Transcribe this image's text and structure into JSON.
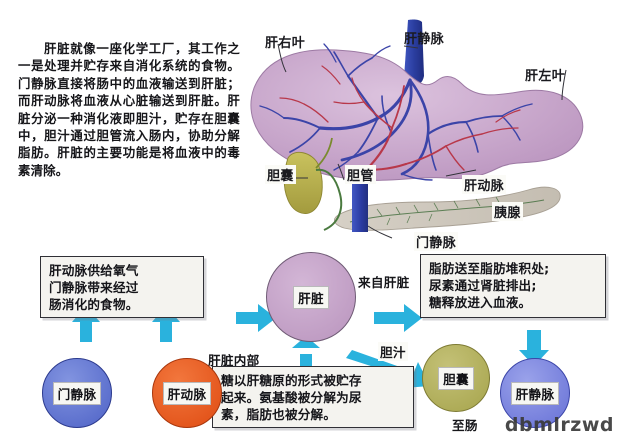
{
  "intro": {
    "text": "肝脏就像一座化学工厂，其工作之一是处理并贮存来自消化系统的食物。门静脉直接将肠中的血液输送到肝脏；而肝动脉将血液从心脏输送到肝脏。肝脏分泌一种消化液即胆汁，贮存在胆囊中，胆汁通过胆管流入肠内，协助分解脂肪。肝脏的主要功能是将血液中的毒素清除。"
  },
  "anatomy": {
    "labels": [
      {
        "id": "right-lobe",
        "text": "肝右叶"
      },
      {
        "id": "hepatic-vein",
        "text": "肝静脉"
      },
      {
        "id": "left-lobe",
        "text": "肝左叶"
      },
      {
        "id": "gallbladder",
        "text": "胆囊"
      },
      {
        "id": "bile-duct",
        "text": "胆管"
      },
      {
        "id": "hepatic-artery",
        "text": "肝动脉"
      },
      {
        "id": "pancreas",
        "text": "胰腺"
      },
      {
        "id": "portal-vein",
        "text": "门静脉"
      }
    ],
    "colors": {
      "liver": "#c8a9cb",
      "vein": "#3b3f9e",
      "artery": "#b8384a",
      "gallbladder": "#b5ae4a",
      "pancreas": "#cfc8bd",
      "hepatic_vein_trunk": "#2f46a8"
    }
  },
  "flow": {
    "input_box": "肝动脉供给氧气\n门静脉带来经过\n肠消化的食物。",
    "output_box": "脂肪送至脂肪堆积处;\n尿素通过肾脏排出;\n糖释放进入血液。",
    "inside_heading": "肝脏内部",
    "inside_box": "糖以肝糖原的形式被贮存\n起来。氨基酸被分解为尿\n素，脂肪也被分解。",
    "center_label": "肝脏",
    "from_liver_label": "来自肝脏",
    "bile_label": "胆汁",
    "to_intestine_label": "至肠",
    "nodes": [
      {
        "id": "portal-vein",
        "text": "门静脉",
        "color": "#5b6fd0"
      },
      {
        "id": "hepatic-artery",
        "text": "肝动脉",
        "color": "#e8571e"
      },
      {
        "id": "gallbladder",
        "text": "胆囊",
        "color": "#b3b05a"
      },
      {
        "id": "hepatic-vein",
        "text": "肝静脉",
        "color": "#6d76dc"
      }
    ],
    "arrow_color": "#2ab2dd"
  },
  "watermark": "dbmlrzwd"
}
